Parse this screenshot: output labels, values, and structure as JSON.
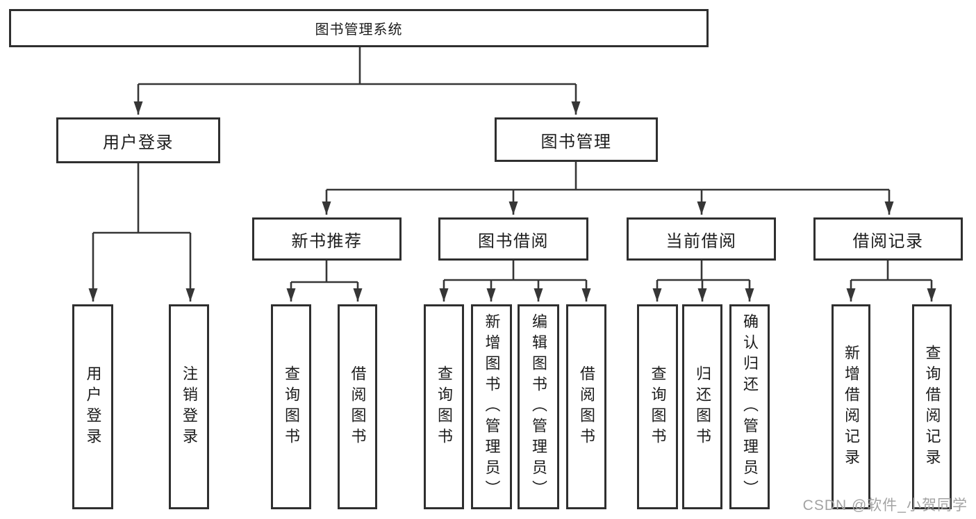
{
  "diagram": {
    "type": "tree",
    "title": "图书管理系统",
    "watermark": "CSDN @软件_小贺同学",
    "colors": {
      "border": "#2f2f2f",
      "line": "#363636",
      "text": "#1c1c1c",
      "background": "#ffffff",
      "watermark": "#a3a3a3"
    }
  },
  "tree": {
    "label": "图书管理系统",
    "children": [
      {
        "label": "用户登录",
        "children": [
          {
            "label": "用户登录"
          },
          {
            "label": "注销登录"
          }
        ]
      },
      {
        "label": "图书管理",
        "children": [
          {
            "label": "新书推荐",
            "children": [
              {
                "label": "查询图书"
              },
              {
                "label": "借阅图书"
              }
            ]
          },
          {
            "label": "图书借阅",
            "children": [
              {
                "label": "查询图书"
              },
              {
                "label": "新增图书（管理员）"
              },
              {
                "label": "编辑图书（管理员）"
              },
              {
                "label": "借阅图书"
              }
            ]
          },
          {
            "label": "当前借阅",
            "children": [
              {
                "label": "查询图书"
              },
              {
                "label": "归还图书"
              },
              {
                "label": "确认归还（管理员）"
              }
            ]
          },
          {
            "label": "借阅记录",
            "children": [
              {
                "label": "新增借阅记录"
              },
              {
                "label": "查询借阅记录"
              }
            ]
          }
        ]
      }
    ]
  }
}
